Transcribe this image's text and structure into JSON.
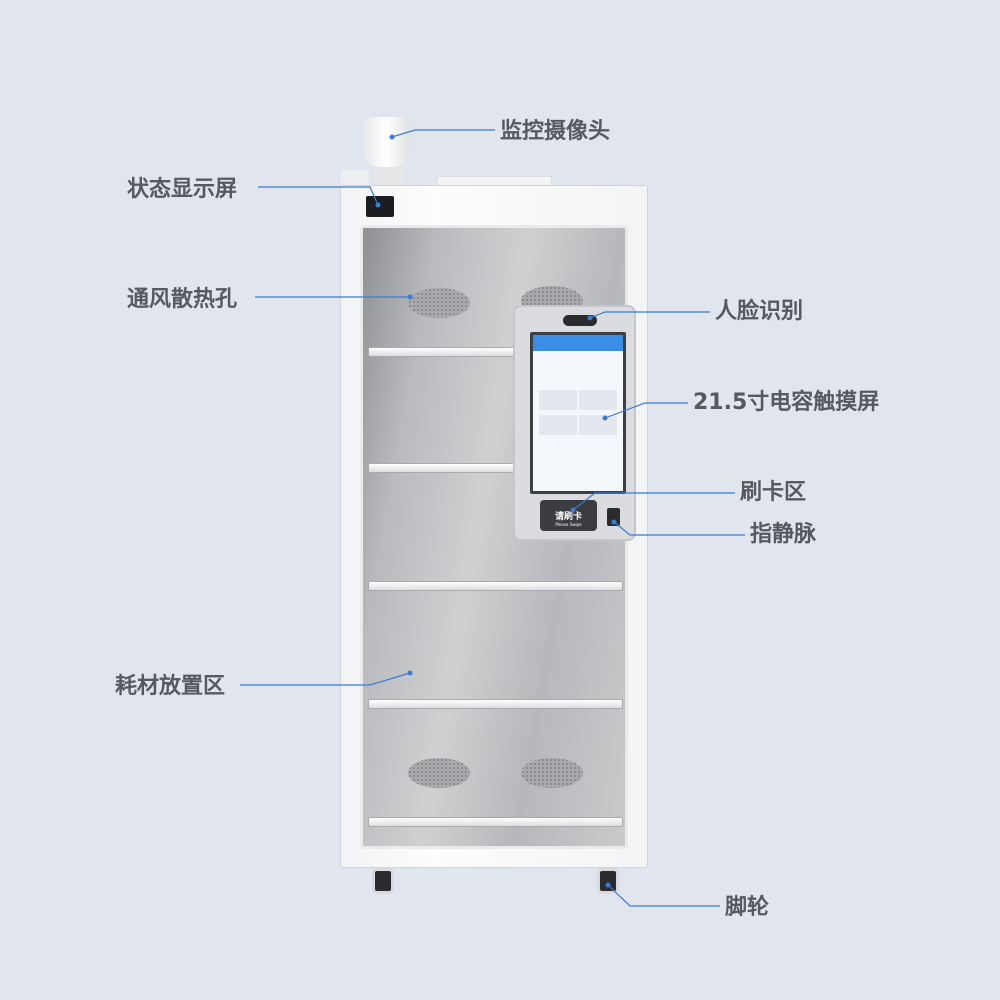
{
  "labels": {
    "camera": "监控摄像头",
    "status_display": "状态显示屏",
    "vent": "通风散热孔",
    "face_recognition": "人脸识别",
    "touchscreen": "21.5寸电容触摸屏",
    "card_area": "刷卡区",
    "finger_vein": "指静脉",
    "storage_area": "耗材放置区",
    "casters": "脚轮"
  },
  "card_reader": {
    "title": "请刷卡",
    "subtitle": "Please Swipe"
  },
  "colors": {
    "leader_line": "#3a7bd5",
    "background": "#e1e6ee",
    "label_text": "#555a60"
  }
}
